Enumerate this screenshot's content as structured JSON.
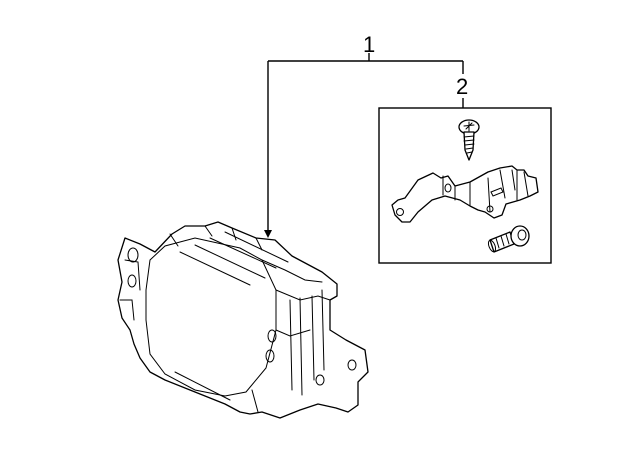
{
  "diagram": {
    "type": "exploded-parts-diagram",
    "callouts": [
      {
        "id": "1",
        "label": "1",
        "part": "fog-lamp-assembly"
      },
      {
        "id": "2",
        "label": "2",
        "part": "bracket-kit"
      }
    ],
    "parts": [
      {
        "callout": "1",
        "name": "fog-lamp-assembly"
      },
      {
        "callout": "2",
        "name": "bracket-kit",
        "contents": [
          "screw",
          "bracket",
          "bolt"
        ]
      }
    ],
    "colors": {
      "line": "#000000",
      "background": "#ffffff"
    }
  }
}
